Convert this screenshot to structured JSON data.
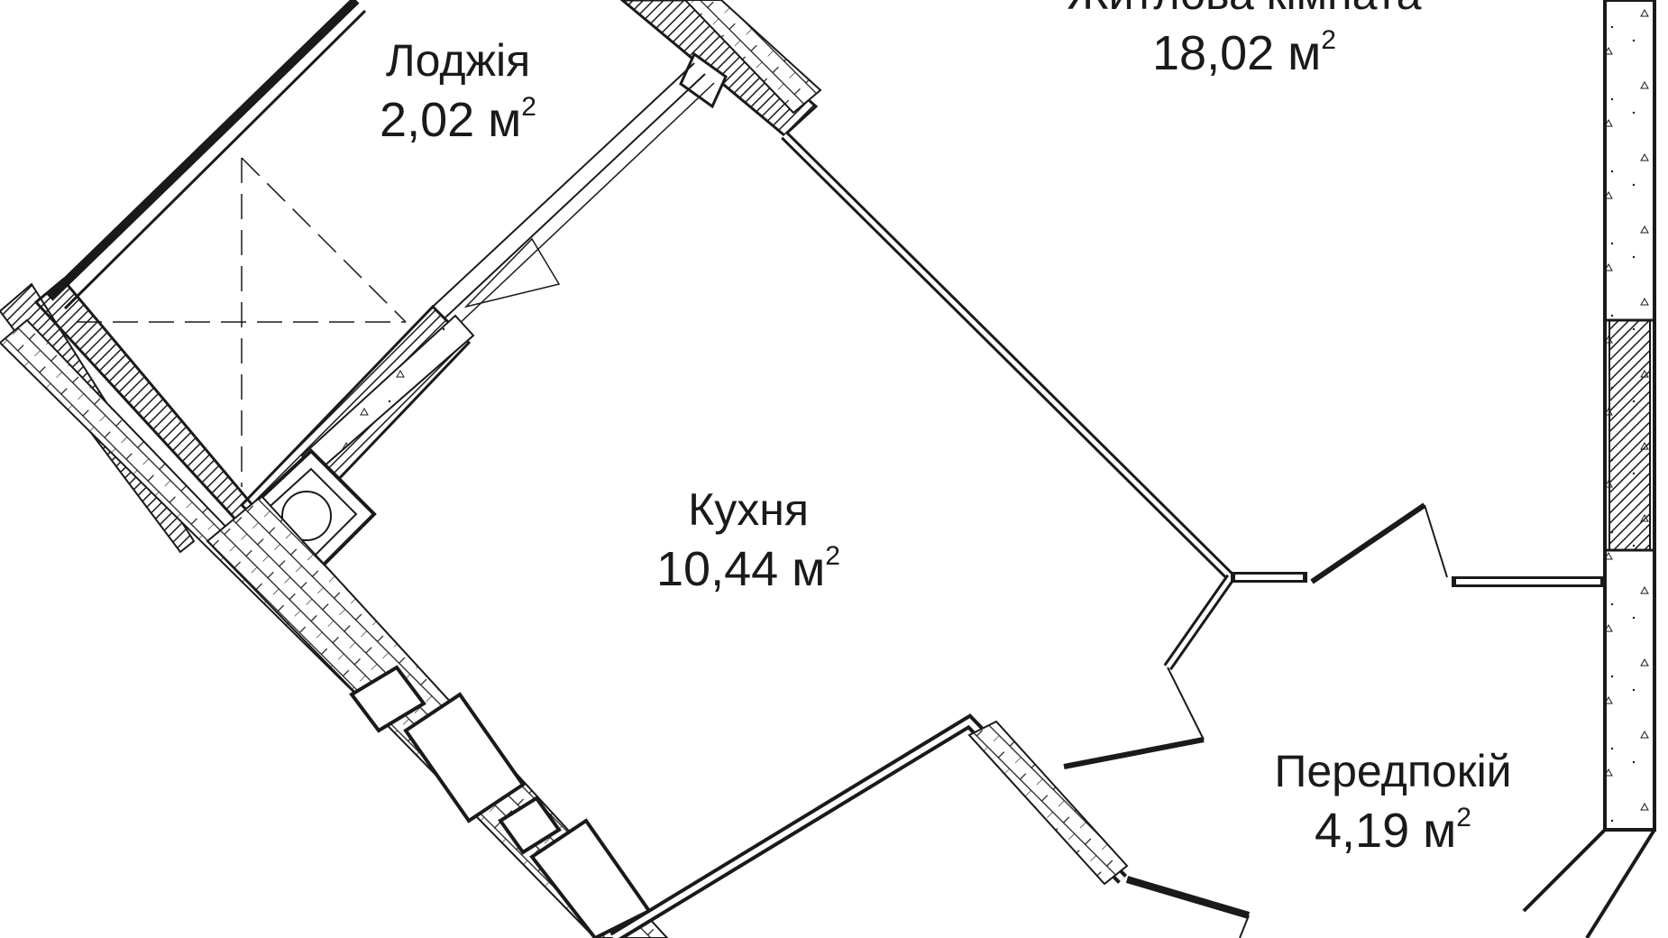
{
  "plan": {
    "rooms": [
      {
        "id": "living-room",
        "name": "Житлова кімната",
        "area": "18,02",
        "unit": "м",
        "sup": "2"
      },
      {
        "id": "loggia",
        "name": "Лоджія",
        "area": "2,02",
        "unit": "м",
        "sup": "2"
      },
      {
        "id": "kitchen",
        "name": "Кухня",
        "area": "10,44",
        "unit": "м",
        "sup": "2"
      },
      {
        "id": "hallway",
        "name": "Передпокій",
        "area": "4,19",
        "unit": "м",
        "sup": "2"
      }
    ]
  },
  "colors": {
    "line": "#1a1a1a",
    "background": "#ffffff"
  }
}
